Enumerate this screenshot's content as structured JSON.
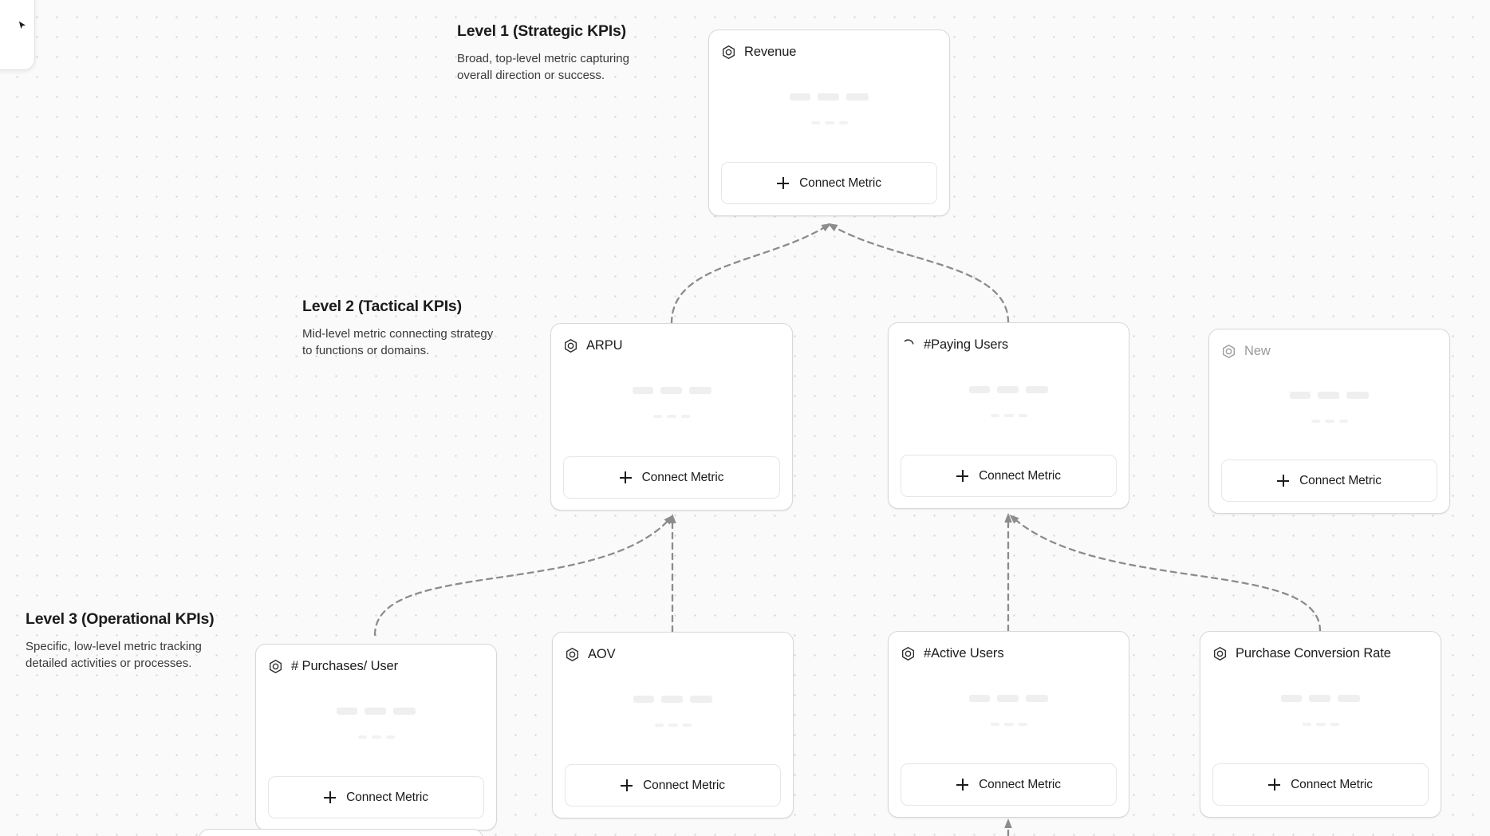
{
  "canvas": {
    "background_color": "#fafafa",
    "dot_color": "#d3d3d3",
    "edge_color": "#8c8c8c",
    "edge_style": "dashed"
  },
  "levels": [
    {
      "id": "level-1",
      "title": "Level 1 (Strategic KPIs)",
      "description": "Broad, top-level metric capturing overall direction or success."
    },
    {
      "id": "level-2",
      "title": "Level 2 (Tactical KPIs)",
      "description": "Mid-level metric connecting strategy to functions or domains."
    },
    {
      "id": "level-3",
      "title": "Level 3 (Operational KPIs)",
      "description": "Specific, low-level metric tracking detailed activities or processes."
    }
  ],
  "cards": [
    {
      "id": "revenue",
      "title": "Revenue",
      "icon": "hexagon-metric-icon",
      "state": "normal",
      "connect_label": "Connect Metric"
    },
    {
      "id": "arpu",
      "title": "ARPU",
      "icon": "hexagon-metric-icon",
      "state": "normal",
      "connect_label": "Connect Metric"
    },
    {
      "id": "paying-users",
      "title": "#Paying Users",
      "icon": "spinner-icon",
      "state": "loading",
      "connect_label": "Connect Metric"
    },
    {
      "id": "new",
      "title": "New",
      "icon": "hexagon-metric-icon",
      "state": "muted",
      "connect_label": "Connect Metric"
    },
    {
      "id": "purchases-user",
      "title": "# Purchases/ User",
      "icon": "hexagon-metric-icon",
      "state": "normal",
      "connect_label": "Connect Metric"
    },
    {
      "id": "aov",
      "title": "AOV",
      "icon": "hexagon-metric-icon",
      "state": "normal",
      "connect_label": "Connect Metric"
    },
    {
      "id": "active-users",
      "title": "#Active Users",
      "icon": "hexagon-metric-icon",
      "state": "normal",
      "connect_label": "Connect Metric"
    },
    {
      "id": "conversion-rate",
      "title": "Purchase Conversion Rate",
      "icon": "hexagon-metric-icon",
      "state": "normal",
      "connect_label": "Connect Metric"
    }
  ],
  "edges": [
    {
      "from": "arpu",
      "to": "revenue"
    },
    {
      "from": "paying-users",
      "to": "revenue"
    },
    {
      "from": "purchases-user",
      "to": "arpu"
    },
    {
      "from": "aov",
      "to": "arpu"
    },
    {
      "from": "active-users",
      "to": "paying-users"
    },
    {
      "from": "conversion-rate",
      "to": "paying-users"
    }
  ]
}
